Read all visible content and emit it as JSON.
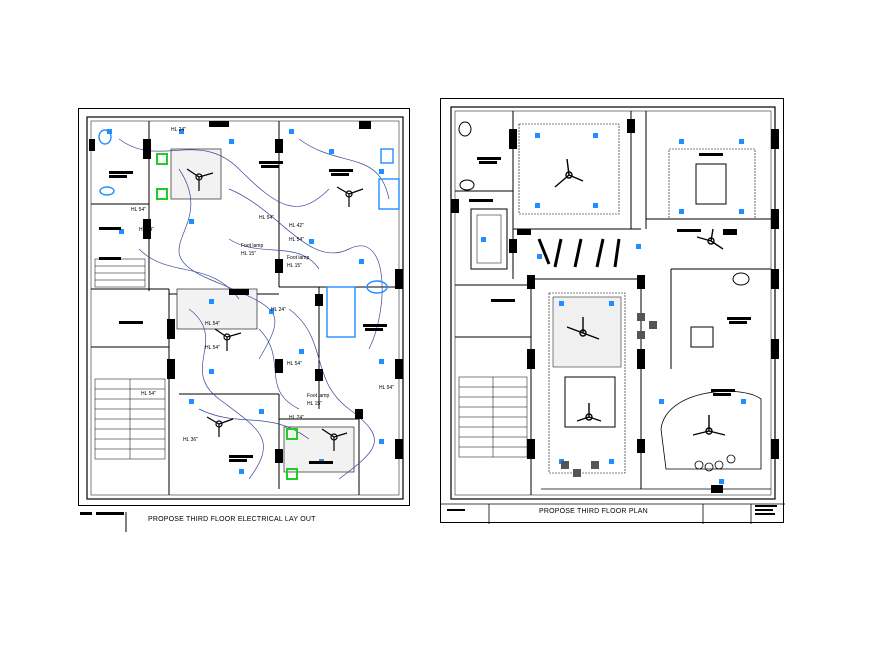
{
  "colors": {
    "wire": "#3b4a9a",
    "fixture": "#1f8fff",
    "green": "#22cc22",
    "cyan": "#00cccc",
    "black": "#000000"
  },
  "left_plan": {
    "caption": "PROPOSE THIRD FLOOR ELECTRICAL LAY OUT",
    "labels": {
      "hl24_a": "HL 24\"",
      "hl54_a": "HL 54\"",
      "hl24_b": "HL 24\"",
      "hl54_b": "HL 54\"",
      "hl42": "HL 42\"",
      "hl54_c": "HL 54\"",
      "foot_lamp_a": "Foot lamp",
      "hl15_a": "HL 15\"",
      "foot_lamp_b": "Foot lamp",
      "hl15_b": "HL 15\"",
      "hl24_c": "HL 24\"",
      "hl54_d": "HL 54\"",
      "hl54_e": "HL 54\"",
      "hl54_f": "HL 54\"",
      "foot_lamp_c": "Foot lamp",
      "hl15_c": "HL 15\"",
      "hl54_g": "HL 54\"",
      "hl54_h": "HL 54\"",
      "hl36": "HL 36\"",
      "hl24_d": "HL 24\""
    }
  },
  "right_plan": {
    "caption": "PROPOSE THIRD FLOOR PLAN"
  }
}
